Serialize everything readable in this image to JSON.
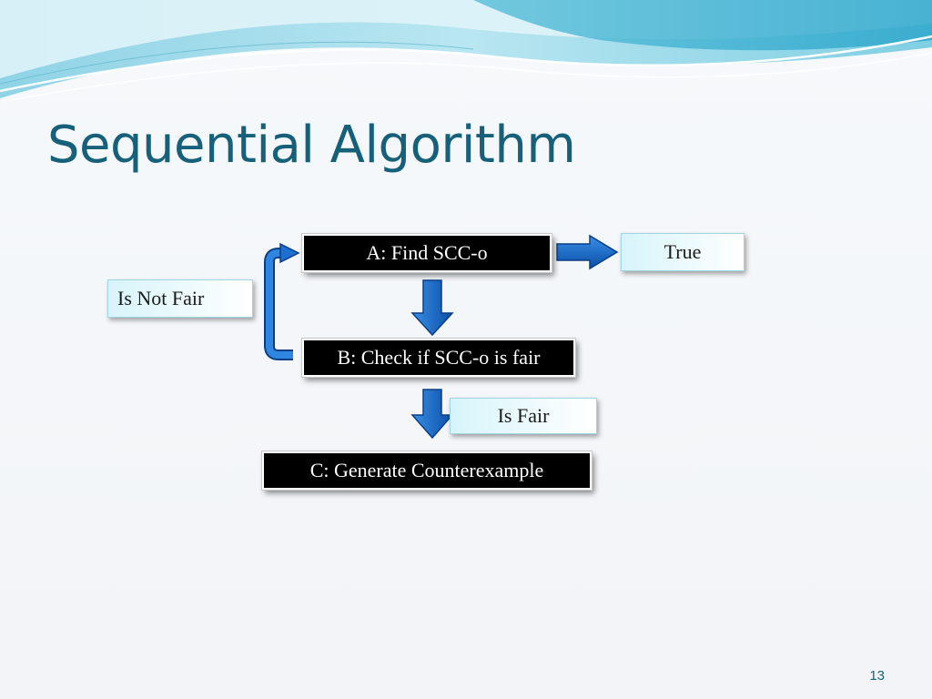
{
  "slide": {
    "title": "Sequential Algorithm",
    "page_number": "13"
  },
  "diagram": {
    "nodes": {
      "a": "A: Find SCC-o",
      "b": "B: Check if SCC-o is fair",
      "c": "C: Generate Counterexample",
      "true_label": "True",
      "is_not_fair_label": "Is Not Fair",
      "is_fair_label": "Is Fair"
    }
  },
  "colors": {
    "title": "#17607a",
    "arrow": "#0b5fbf",
    "arrow_dark": "#0a3f86",
    "dark_box": "#000000",
    "light_box": "#d7f4fa"
  }
}
